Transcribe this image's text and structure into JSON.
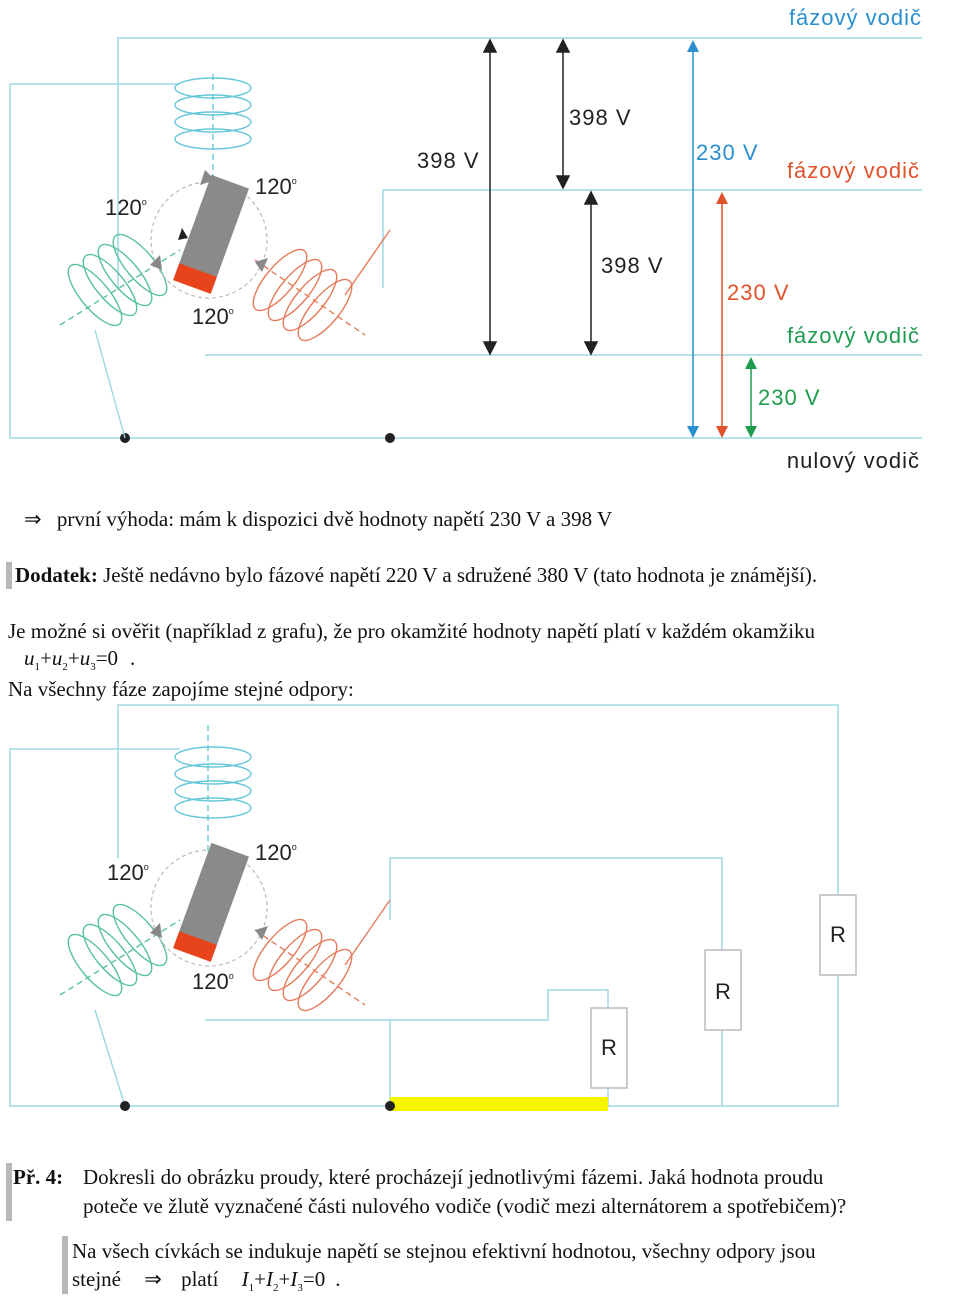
{
  "diagram1": {
    "labels": {
      "phase_top": "fázový vodič",
      "phase_mid": "fázový vodič",
      "phase_low": "fázový vodič",
      "neutral": "nulový vodič",
      "v398_a": "398 V",
      "v398_b": "398 V",
      "v398_c": "398 V",
      "v230_a": "230 V",
      "v230_b": "230 V",
      "v230_c": "230 V",
      "angle1": "120",
      "angle2": "120",
      "angle3": "120",
      "deg": "o"
    },
    "colors": {
      "blue": "#2a8fcf",
      "orange": "#e0522a",
      "green": "#1f9c50",
      "wire": "#9ed8e6",
      "dark": "#222222"
    }
  },
  "text": {
    "advantage_arrow": "⇒",
    "advantage": "první výhoda: mám k dispozici dvě hodnoty napětí 230 V a 398 V",
    "dodatek_label": "Dodatek:",
    "dodatek_text": "Ještě nedávno bylo fázové napětí 220 V a sdružené 380 V (tato hodnota je známější).",
    "verify": "Je možné si ověřit (například z grafu), že pro okamžité hodnoty napětí platí v každém okamžiku",
    "equation_u": {
      "u": "u",
      "s1": "1",
      "s2": "2",
      "s3": "3",
      "plus": "+",
      "eq": "=",
      "zero": "0",
      "dot": "."
    },
    "connect": "Na všechny fáze zapojíme stejné odpory:"
  },
  "diagram2": {
    "labels": {
      "angle1": "120",
      "angle2": "120",
      "angle3": "120",
      "deg": "o",
      "r1": "R",
      "r2": "R",
      "r3": "R"
    },
    "colors": {
      "highlight": "#f5f500"
    }
  },
  "task": {
    "label": "Př. 4:",
    "line1": "Dokresli do obrázku proudy, které procházejí jednotlivými fázemi. Jaká hodnota proudu",
    "line2": "poteče ve žlutě vyznačené části nulového vodiče (vodič mezi alternátorem a spotřebičem)?"
  },
  "answer": {
    "line1": "Na všech cívkách se indukuje napětí se stejnou efektivní hodnotou, všechny odpory jsou",
    "line2_a": "stejné",
    "arrow": "⇒",
    "line2_b": "platí",
    "I": "I",
    "s1": "1",
    "s2": "2",
    "s3": "3",
    "plus": "+",
    "eq": "=",
    "zero": "0",
    "dot": "."
  }
}
